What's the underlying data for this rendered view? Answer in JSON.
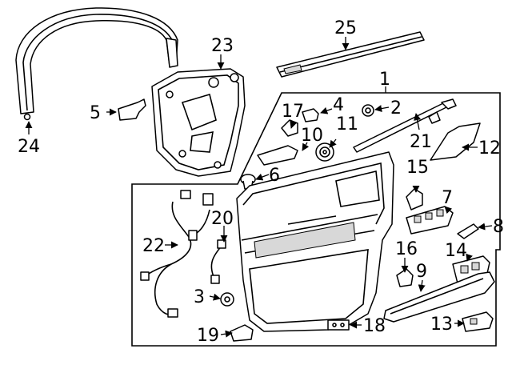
{
  "callouts": [
    {
      "id": "c1",
      "label": "1"
    },
    {
      "id": "c2",
      "label": "2"
    },
    {
      "id": "c3",
      "label": "3"
    },
    {
      "id": "c4",
      "label": "4"
    },
    {
      "id": "c5",
      "label": "5"
    },
    {
      "id": "c6",
      "label": "6"
    },
    {
      "id": "c7",
      "label": "7"
    },
    {
      "id": "c8",
      "label": "8"
    },
    {
      "id": "c9",
      "label": "9"
    },
    {
      "id": "c10",
      "label": "10"
    },
    {
      "id": "c11",
      "label": "11"
    },
    {
      "id": "c12",
      "label": "12"
    },
    {
      "id": "c13",
      "label": "13"
    },
    {
      "id": "c14",
      "label": "14"
    },
    {
      "id": "c15",
      "label": "15"
    },
    {
      "id": "c16",
      "label": "16"
    },
    {
      "id": "c17",
      "label": "17"
    },
    {
      "id": "c18",
      "label": "18"
    },
    {
      "id": "c19",
      "label": "19"
    },
    {
      "id": "c20",
      "label": "20"
    },
    {
      "id": "c21",
      "label": "21"
    },
    {
      "id": "c22",
      "label": "22"
    },
    {
      "id": "c23",
      "label": "23"
    },
    {
      "id": "c24",
      "label": "24"
    },
    {
      "id": "c25",
      "label": "25"
    }
  ]
}
